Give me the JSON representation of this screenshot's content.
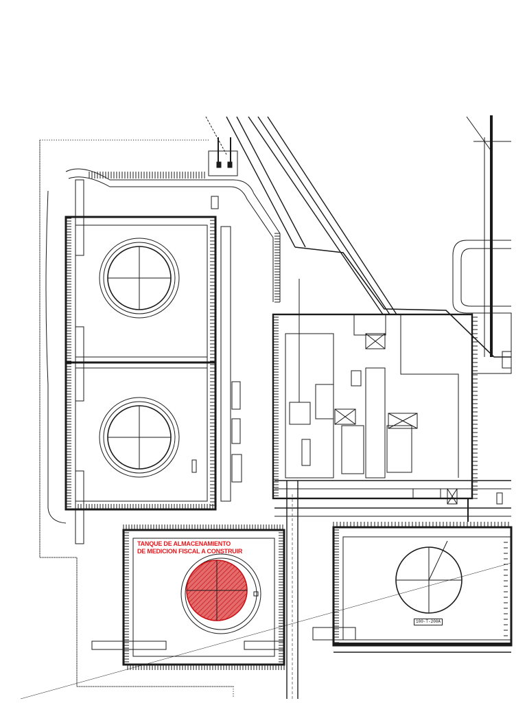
{
  "drawing": {
    "annotation_line1": "TANQUE DE ALMACENAMIENTO",
    "annotation_line2": "DE MEDICION FISCAL A CONSTRUIR",
    "tank_tag": "100-T-200A",
    "colors": {
      "linework": "#1a1a1a",
      "highlight": "#e8161a",
      "hatch_fill": "#e36b6b",
      "background": "#ffffff"
    }
  }
}
